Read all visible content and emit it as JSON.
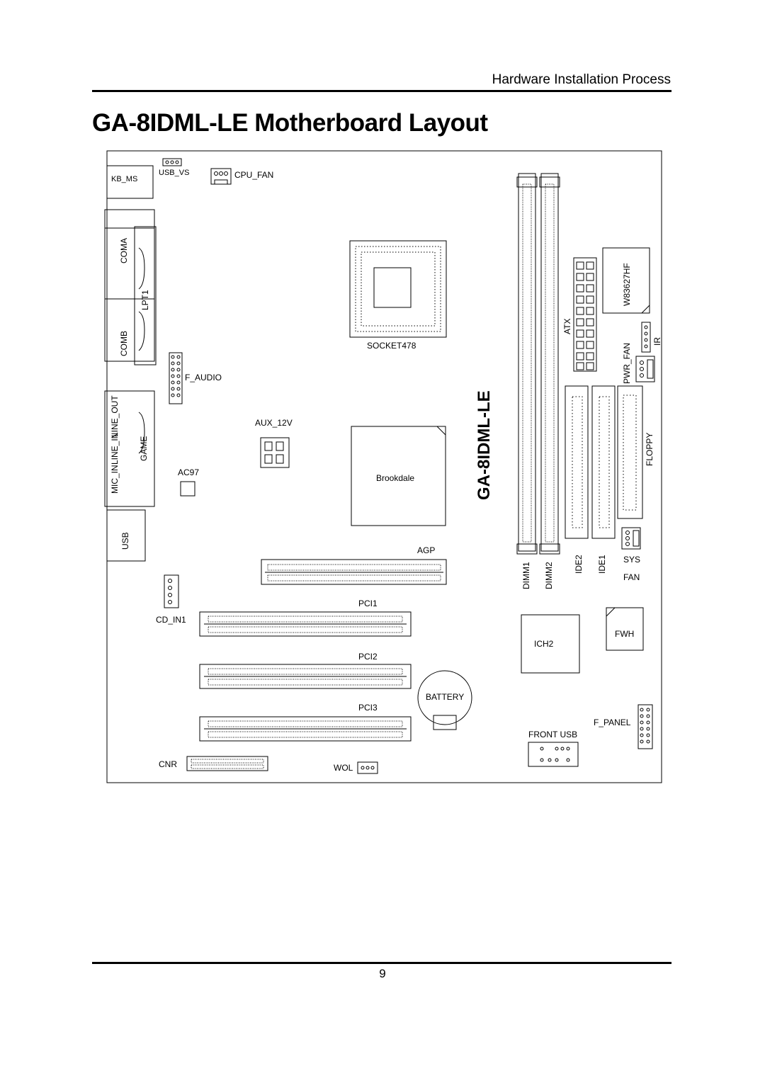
{
  "header": {
    "section_title": "Hardware Installation Process"
  },
  "page": {
    "title": "GA-8IDML-LE Motherboard Layout",
    "number": "9"
  },
  "board": {
    "model": "GA-8IDML-LE",
    "labels": {
      "kb_ms": "KB_MS",
      "usb_vs": "USB_VS",
      "cpu_fan": "CPU_FAN",
      "coma": "COMA",
      "lpt1": "LPT1",
      "comb": "COMB",
      "f_audio": "F_AUDIO",
      "line_out": "LINE_OUT",
      "line_in": "LINE_IN",
      "mic_in": "MIC_IN",
      "game": "GAME",
      "aux_12v": "AUX_12V",
      "ac97": "AC97",
      "usb": "USB",
      "socket": "SOCKET478",
      "northbridge": "Brookdale",
      "agp": "AGP",
      "pci1": "PCI1",
      "pci2": "PCI2",
      "pci3": "PCI3",
      "cd_in1": "CD_IN1",
      "cnr": "CNR",
      "wol": "WOL",
      "battery": "BATTERY",
      "ich2": "ICH2",
      "fwh": "FWH",
      "f_panel": "F_PANEL",
      "front_usb": "FRONT USB",
      "atx": "ATX",
      "w83627hf": "W83627HF",
      "pwr_fan": "PWR_FAN",
      "ir": "IR",
      "floppy": "FLOPPY",
      "ide1": "IDE1",
      "ide2": "IDE2",
      "dimm1": "DIMM1",
      "dimm2": "DIMM2",
      "sys": "SYS",
      "fan": "FAN"
    }
  }
}
